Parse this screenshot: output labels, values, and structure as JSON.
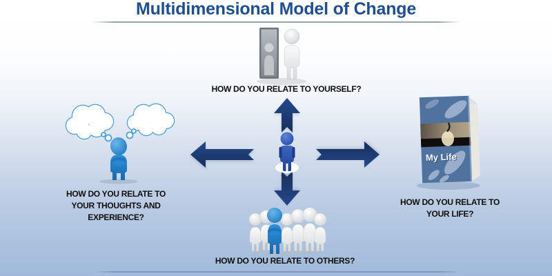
{
  "slide": {
    "title": "Multidimensional Model of Change"
  },
  "diagram": {
    "center": {
      "icon": "blue-person-figure"
    },
    "arrow_directions": [
      "up",
      "left",
      "right",
      "down"
    ],
    "nodes": {
      "top": {
        "label": "HOW DO YOU RELATE TO YOURSELF?",
        "icon": "figure-at-mirror-icon"
      },
      "left": {
        "label": "HOW DO YOU RELATE TO YOUR THOUGHTS AND EXPERIENCE?",
        "icon": "thinking-figure-thought-clouds-icon"
      },
      "right": {
        "label": "HOW DO YOU RELATE TO YOUR LIFE?",
        "icon": "my-life-book-icon",
        "book_title": "My Life"
      },
      "bottom": {
        "label": "HOW DO YOU RELATE TO OTHERS?",
        "icon": "group-of-people-icon"
      }
    },
    "colors": {
      "title_blue": "#1f4e8f",
      "arrow_navy": "#1b3a6e",
      "clipart_blue": "#2f8fd6",
      "center_figure_blue": "#2d55ae",
      "background_bottom_blue": "#a2badb",
      "label_black": "#0e0e0e"
    }
  }
}
